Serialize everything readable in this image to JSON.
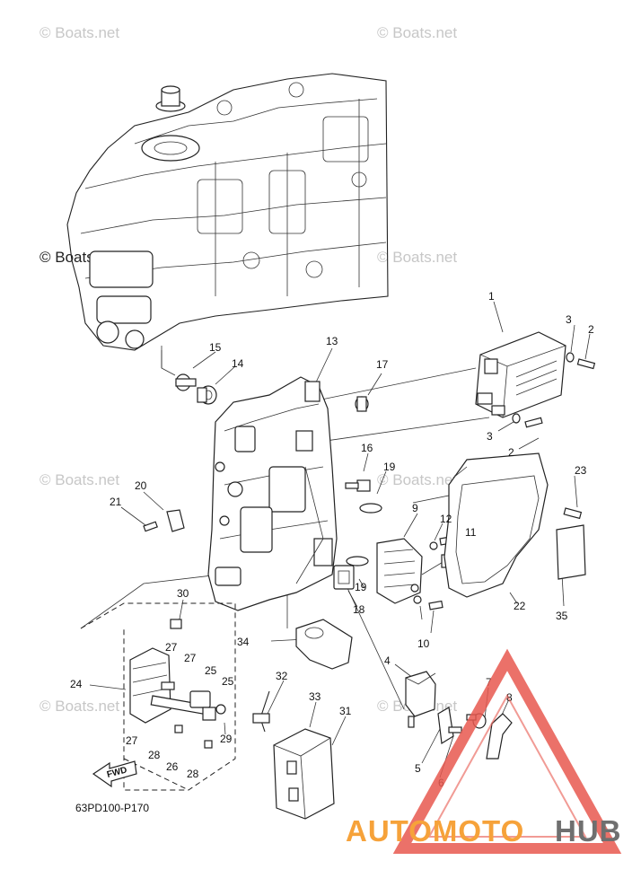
{
  "watermarks": [
    "© Boats.net",
    "© Boats.net",
    "© Boats.net",
    "© Boats.net",
    "© Boats.net",
    "© Boats.net",
    "© Boats.net",
    "© Boats.net"
  ],
  "callouts": [
    {
      "id": "c1",
      "text": "1"
    },
    {
      "id": "c2a",
      "text": "2"
    },
    {
      "id": "c3a",
      "text": "3"
    },
    {
      "id": "c3b",
      "text": "3"
    },
    {
      "id": "c2b",
      "text": "2"
    },
    {
      "id": "c4",
      "text": "4"
    },
    {
      "id": "c5",
      "text": "5"
    },
    {
      "id": "c6",
      "text": "6"
    },
    {
      "id": "c7",
      "text": "7"
    },
    {
      "id": "c8",
      "text": "8"
    },
    {
      "id": "c9",
      "text": "9"
    },
    {
      "id": "c10",
      "text": "10"
    },
    {
      "id": "c11",
      "text": "11"
    },
    {
      "id": "c12",
      "text": "12"
    },
    {
      "id": "c13",
      "text": "13"
    },
    {
      "id": "c14",
      "text": "14"
    },
    {
      "id": "c15",
      "text": "15"
    },
    {
      "id": "c16",
      "text": "16"
    },
    {
      "id": "c17",
      "text": "17"
    },
    {
      "id": "c18",
      "text": "18"
    },
    {
      "id": "c19a",
      "text": "19"
    },
    {
      "id": "c19b",
      "text": "19"
    },
    {
      "id": "c20",
      "text": "20"
    },
    {
      "id": "c21",
      "text": "21"
    },
    {
      "id": "c22",
      "text": "22"
    },
    {
      "id": "c23",
      "text": "23"
    },
    {
      "id": "c24",
      "text": "24"
    },
    {
      "id": "c25a",
      "text": "25"
    },
    {
      "id": "c25b",
      "text": "25"
    },
    {
      "id": "c26",
      "text": "26"
    },
    {
      "id": "c27a",
      "text": "27"
    },
    {
      "id": "c27b",
      "text": "27"
    },
    {
      "id": "c27c",
      "text": "27"
    },
    {
      "id": "c28a",
      "text": "28"
    },
    {
      "id": "c28b",
      "text": "28"
    },
    {
      "id": "c29",
      "text": "29"
    },
    {
      "id": "c30",
      "text": "30"
    },
    {
      "id": "c31",
      "text": "31"
    },
    {
      "id": "c32",
      "text": "32"
    },
    {
      "id": "c33",
      "text": "33"
    },
    {
      "id": "c34",
      "text": "34"
    },
    {
      "id": "c35",
      "text": "35"
    }
  ],
  "diagram_code": "63PD100-P170",
  "fwd_label": "FWD",
  "brand": {
    "part1": "AUTOMOTO",
    "part2": "HUB",
    "color1": "#f6a23a",
    "color2": "#6f6f6f",
    "triangle_color": "#e8584f"
  }
}
